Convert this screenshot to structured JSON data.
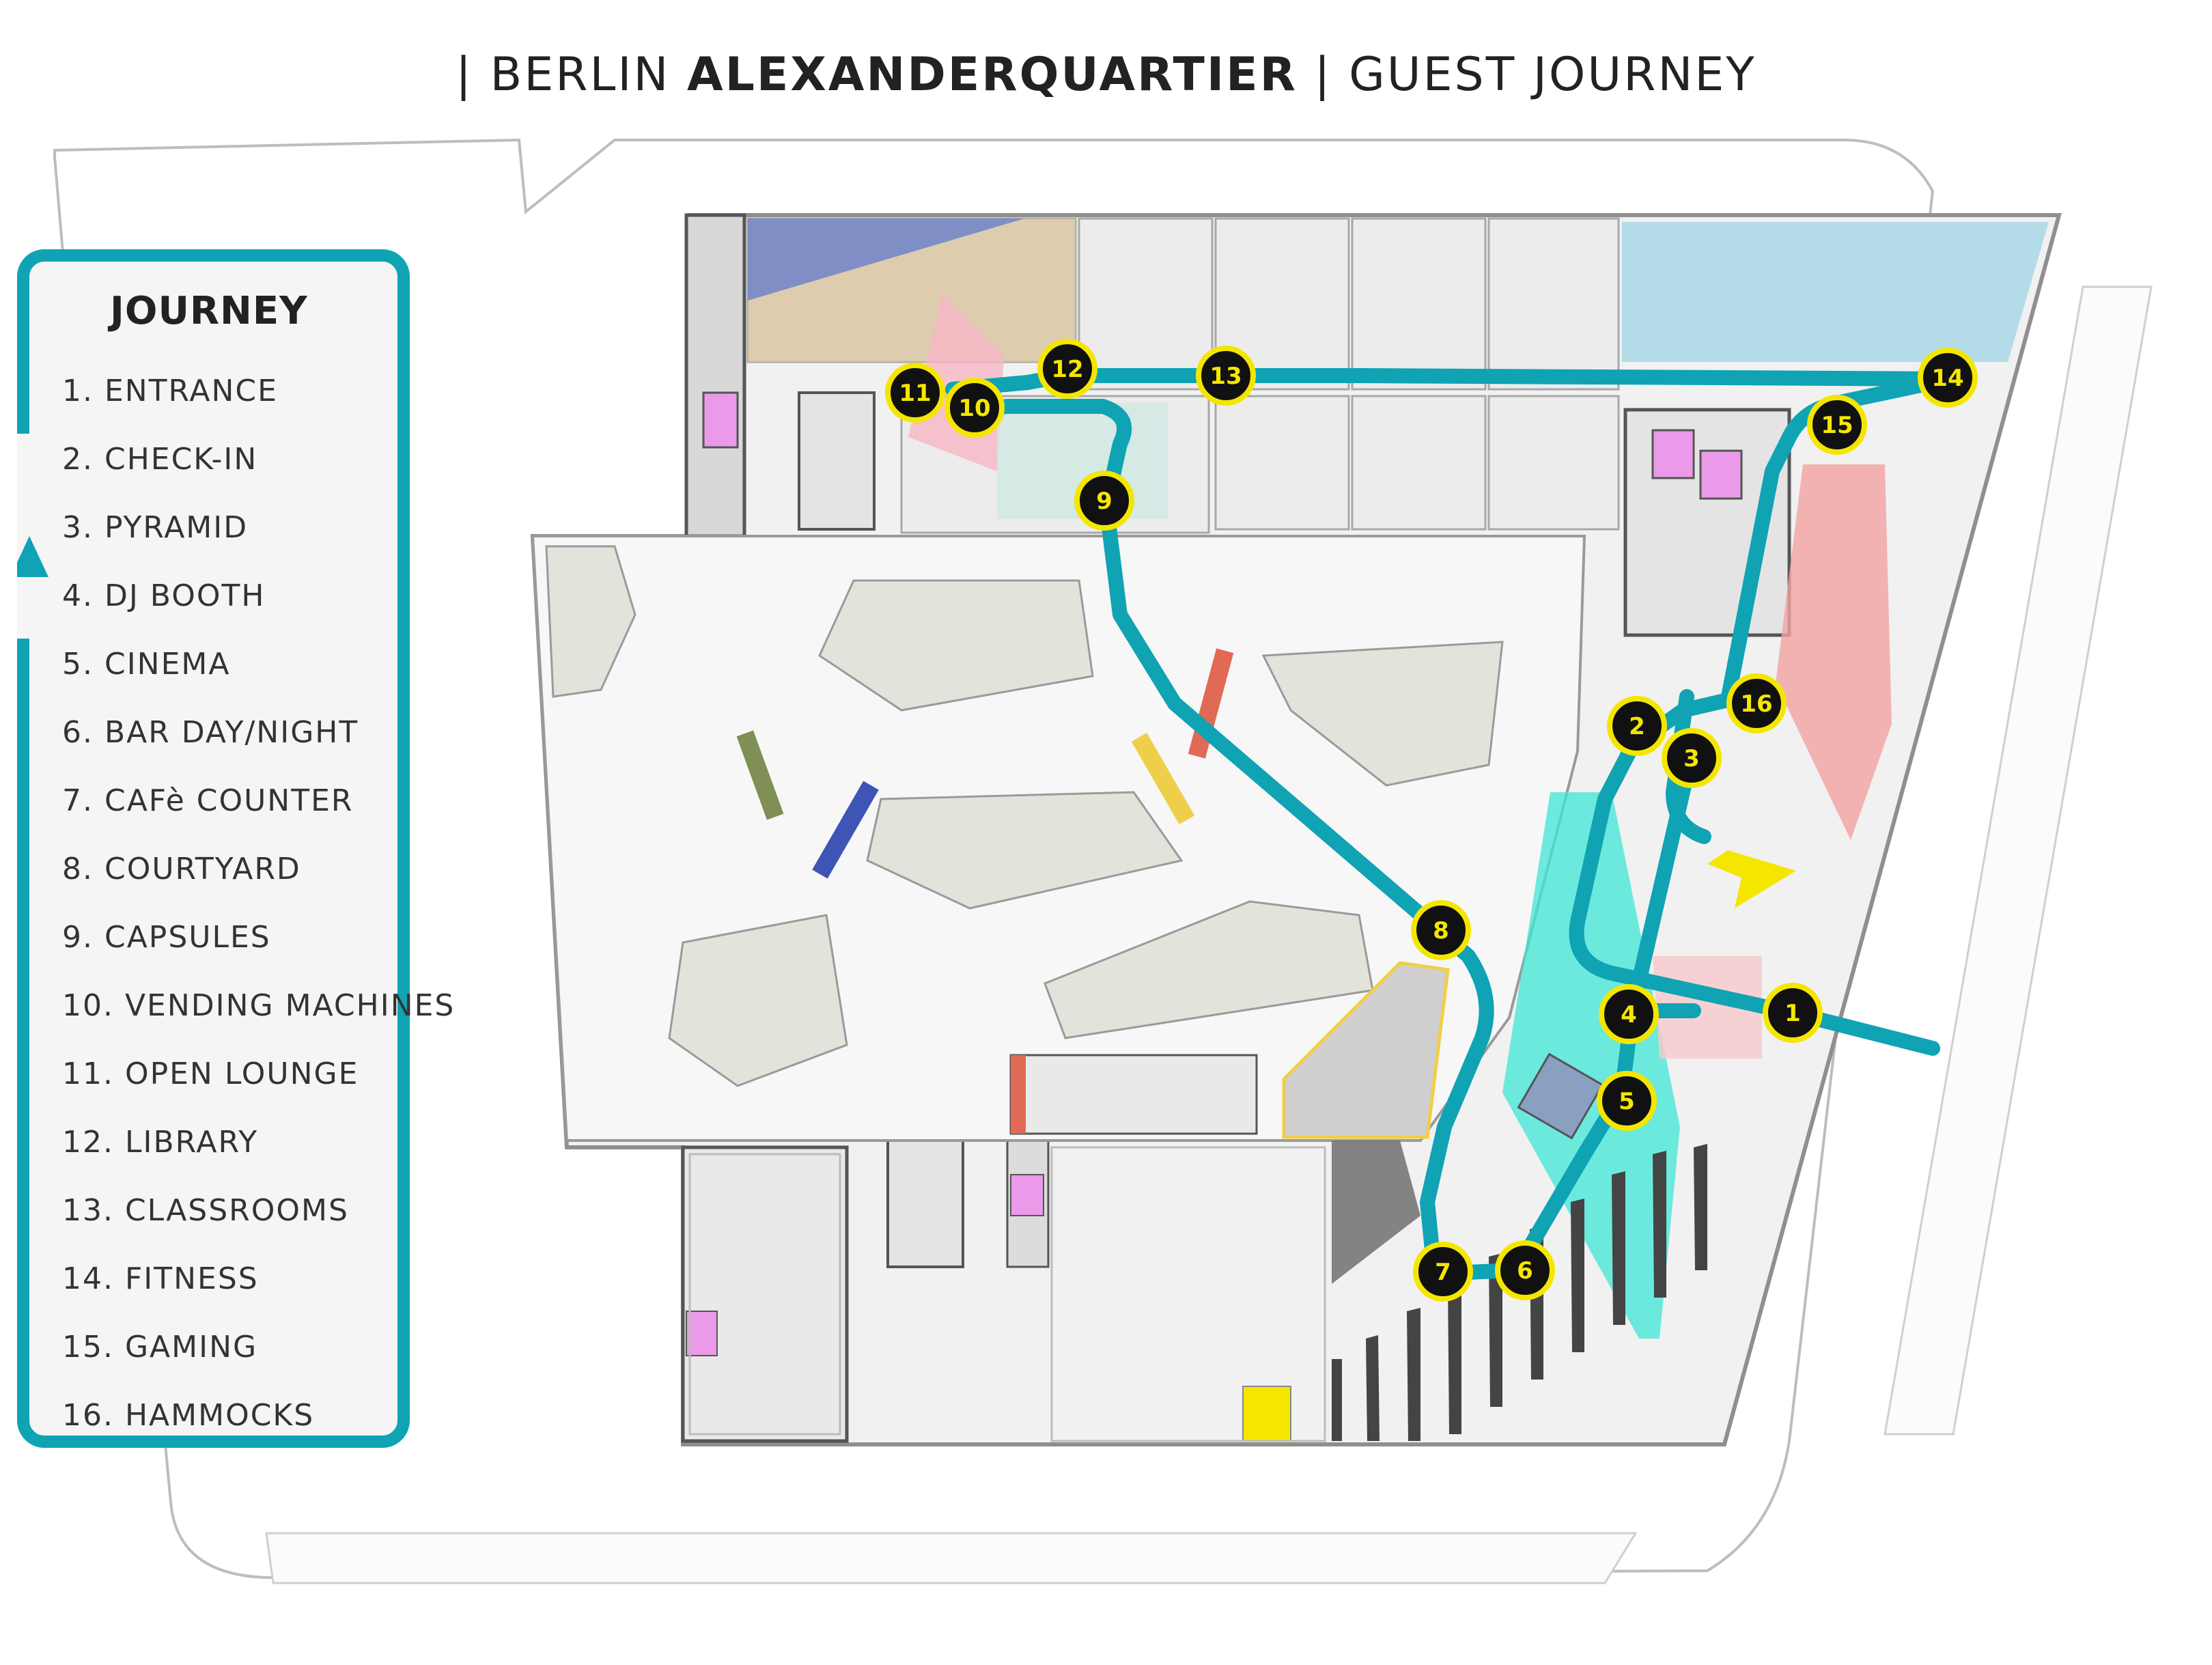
{
  "header": {
    "title_prefix": "| BERLIN ",
    "title_bold": "ALEXANDERQUARTIER",
    "title_sep": " | ",
    "title_light": "GUEST JOURNEY"
  },
  "legend": {
    "title": "JOURNEY",
    "items": [
      "1. ENTRANCE",
      "2. CHECK-IN",
      "3. PYRAMID",
      "4. DJ BOOTH",
      "5. CINEMA",
      "6. BAR DAY/NIGHT",
      "7. CAFè COUNTER",
      "8. COURTYARD",
      "9. CAPSULES",
      "10. VENDING MACHINES",
      "11. OPEN LOUNGE",
      "12. LIBRARY",
      "13. CLASSROOMS",
      "14. FITNESS",
      "15. GAMING",
      "16. HAMMOCKS"
    ]
  },
  "markers": [
    "1",
    "2",
    "3",
    "4",
    "5",
    "6",
    "7",
    "8",
    "9",
    "10",
    "11",
    "12",
    "13",
    "14",
    "15",
    "16"
  ],
  "colors": {
    "path": "#0fa3b4",
    "marker_fill": "#111111",
    "marker_ring": "#f5e600",
    "marker_text": "#f5e600",
    "zone_cinema": "#3fe6d6",
    "zone_fitness": "#a9d8e6",
    "zone_gaming": "#f4a3a3",
    "zone_lounge": "#f7b6c6",
    "zone_library": "#d8c29a",
    "zone_blue": "#6f82c9",
    "elevator": "#ea9ae8",
    "arrow": "#f5e600"
  }
}
